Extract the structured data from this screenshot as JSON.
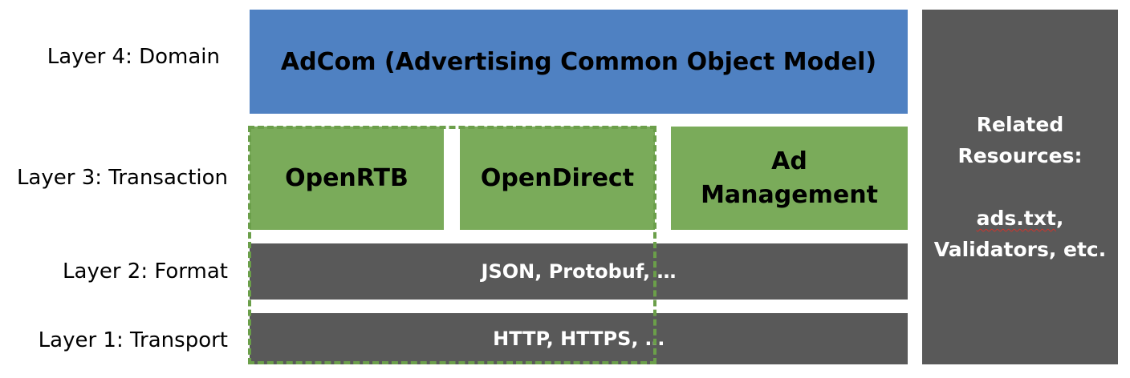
{
  "layers": {
    "layer4": "Layer 4: Domain",
    "layer3": "Layer 3: Transaction",
    "layer2": "Layer 2: Format",
    "layer1": "Layer 1: Transport"
  },
  "boxes": {
    "adcom": "AdCom (Advertising Common Object Model)",
    "openrtb": "OpenRTB",
    "opendirect": "OpenDirect",
    "ad_management_line1": "Ad",
    "ad_management_line2": "Management",
    "format": "JSON, Protobuf, …",
    "transport": "HTTP, HTTPS, …"
  },
  "related": {
    "line1": "Related",
    "line2": "Resources:",
    "line3": "ads.txt",
    "line3_suffix": ",",
    "line4": "Validators, etc."
  },
  "colors": {
    "blue": "#4f81c2",
    "green": "#7aab5a",
    "dark": "#595959",
    "dashed": "#6b9f4a"
  }
}
